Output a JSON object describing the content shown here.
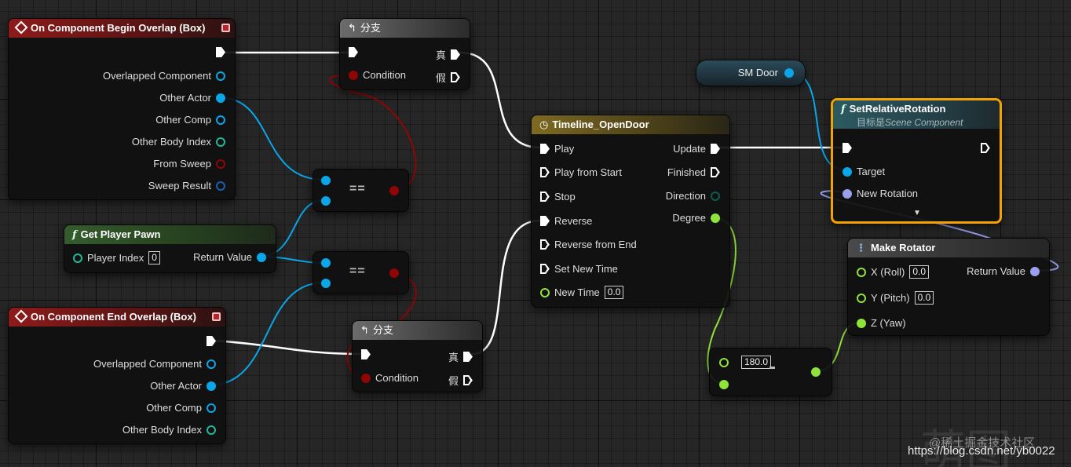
{
  "begin_overlap": {
    "title": "On Component Begin Overlap (Box)",
    "pins": [
      "Overlapped Component",
      "Other Actor",
      "Other Comp",
      "Other Body Index",
      "From Sweep",
      "Sweep Result"
    ]
  },
  "end_overlap": {
    "title": "On Component End Overlap (Box)",
    "pins": [
      "Overlapped Component",
      "Other Actor",
      "Other Comp",
      "Other Body Index"
    ]
  },
  "branch_top": {
    "title": "分支",
    "condition": "Condition",
    "true_label": "真",
    "false_label": "假"
  },
  "branch_bottom": {
    "title": "分支",
    "condition": "Condition",
    "true_label": "真",
    "false_label": "假"
  },
  "get_player_pawn": {
    "title": "Get Player Pawn",
    "player_index_label": "Player Index",
    "player_index_value": "0",
    "return_label": "Return Value"
  },
  "equals_top": {
    "label": "=="
  },
  "equals_bottom": {
    "label": "=="
  },
  "timeline": {
    "title": "Timeline_OpenDoor",
    "inputs": [
      "Play",
      "Play from Start",
      "Stop",
      "Reverse",
      "Reverse from End",
      "Set New Time"
    ],
    "new_time_label": "New Time",
    "new_time_value": "0.0",
    "outputs": [
      "Update",
      "Finished",
      "Direction",
      "Degree"
    ]
  },
  "sm_door": {
    "label": "SM Door"
  },
  "set_rotation": {
    "title": "SetRelativeRotation",
    "subtitle_prefix": "目标是",
    "subtitle_target": "Scene Component",
    "target_label": "Target",
    "new_rotation_label": "New Rotation"
  },
  "make_rotator": {
    "title": "Make Rotator",
    "x_label": "X (Roll)",
    "x_value": "0.0",
    "y_label": "Y (Pitch)",
    "y_value": "0.0",
    "z_label": "Z (Yaw)",
    "return_label": "Return Value"
  },
  "multiply": {
    "value": "180.0"
  },
  "watermark": {
    "brand": "@稀土掘金技术社区",
    "url": "https://blog.csdn.net/yb0022"
  },
  "colors": {
    "exec": "#ffffff",
    "object": "#0aa6e8",
    "bool": "#8e0606",
    "float": "#8fe33a",
    "rotator": "#9aa0ee",
    "int": "#1fb89a"
  },
  "icons": {
    "branch": "branch-icon",
    "function": "function-icon",
    "timeline": "clock-icon",
    "struct": "struct-icon"
  }
}
